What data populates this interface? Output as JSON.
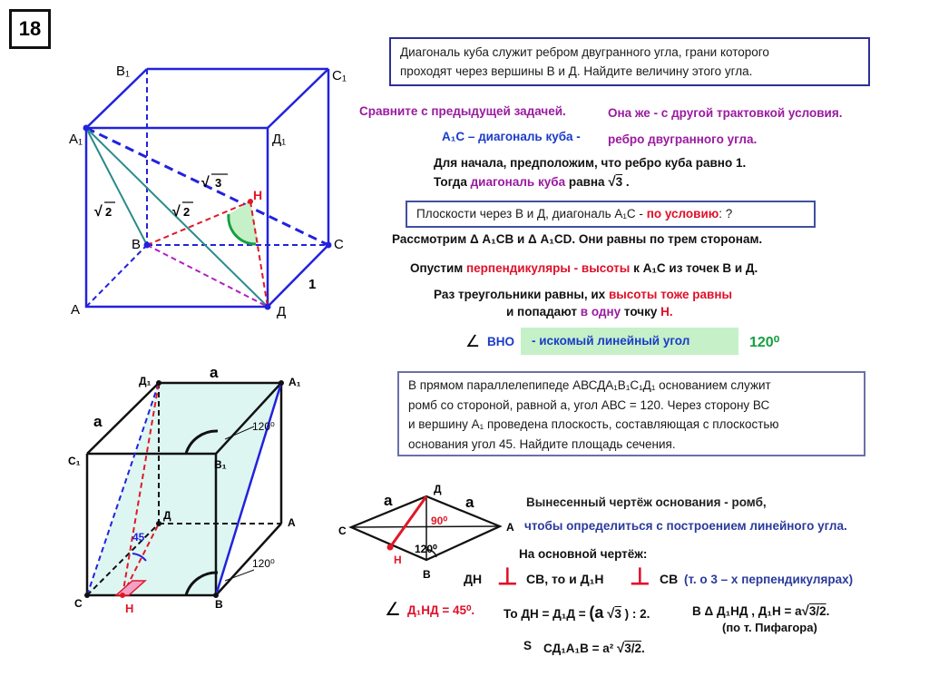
{
  "slide_number": "18",
  "problem1": {
    "text_line1": "Диагональ куба служит ребром двугранного угла, грани которого",
    "text_line2": "проходят через вершины В и Д. Найдите величину этого угла.",
    "compare": "Сравните с предыдущей задачей.",
    "compare_note": "Она же - с другой трактовкой условия.",
    "diag_prefix": "А₁С – диагональ куба -",
    "diag_suffix": "ребро двугранного угла.",
    "assume1": "Для начала, предположим, что ребро куба равно 1.",
    "assume2_a": "Тогда",
    "assume2_b": "диагональ куба",
    "assume2_c": "равна",
    "root3": "3",
    "dot": ".",
    "planes_a": "Плоскости через В и Д, диагональ А₁С -",
    "planes_b": "по условию",
    "planes_c": ": ?",
    "consider": "Рассмотрим  Δ А₁СВ и Δ А₁CD.   Они равны по трем сторонам.",
    "drop_a": "Опустим",
    "drop_b": "перпендикуляры - высоты",
    "drop_c": "к А₁С из точек В и Д.",
    "since_a": "Раз треугольники равны, их",
    "since_b": "высоты тоже равны",
    "fall_a": "и попадают",
    "fall_b": "в одну",
    "fall_c": "точку",
    "fall_d": "Н.",
    "angle_sym": "∠",
    "angle_name": "ВНО",
    "angle_desc": "- искомый линейный угол",
    "angle_value": "120⁰"
  },
  "cube1": {
    "B1": "В₁",
    "C1": "С₁",
    "A1": "А₁",
    "D1": "Д₁",
    "B": "В",
    "C": "С",
    "A": "А",
    "D": "Д",
    "H": "Н",
    "root3": "3",
    "root2a": "2",
    "root2b": "2",
    "one": "1"
  },
  "problem2": {
    "line1": "В прямом параллелепипеде АВСДА₁В₁С₁Д₁ основанием служит",
    "line2": "ромб со стороной, равной а, угол АВС = 120. Через сторону ВС",
    "line3": "и вершину А₁ проведена плоскость, составляющая с плоскостью",
    "line4": "основания угол 45.  Найдите площадь сечения."
  },
  "prism": {
    "D1": "Д₁",
    "A1": "А₁",
    "a_top": "а",
    "a_left": "а",
    "C1": "С₁",
    "B1": "В₁",
    "ang_top": "120⁰",
    "D": "Д",
    "A": "А",
    "ang45": "45",
    "ang_bot": "120⁰",
    "C": "С",
    "H": "Н",
    "B": "В"
  },
  "rhombus": {
    "a1": "а",
    "D": "Д",
    "a2": "а",
    "C": "С",
    "A": "А",
    "ang90": "90⁰",
    "ang120": "120⁰",
    "H": "Н",
    "B": "В"
  },
  "solution2": {
    "separate": "Вынесенный чертёж основания - ромб,",
    "purpose": "чтобы определиться с построением линейного угла.",
    "main": "На основной чертёж:",
    "dh": "ДН",
    "perp": "⊥",
    "cb1": "СВ, то  и  Д₁Н",
    "cb2": "СВ",
    "theorem": "(т.  о 3 – х перпендикулярах)",
    "ang_sym": "∠",
    "ang_text": "Д₁НД = 45⁰.",
    "then_a": "То  ДН = Д₁Д =",
    "then_paren": "(а",
    "then_root": "3",
    "then_end": ") : 2.",
    "in_tri": "В  Δ  Д₁НД , Д₁Н = а",
    "in_root": "3/2",
    "in_end": ".",
    "pyth": "(по т.  Пифагора)",
    "area_s": "S",
    "area_a": "СД₁А₁В = а²",
    "area_root": "3/2",
    "area_end": "."
  },
  "colors": {
    "cube_edge": "#2222dd",
    "dashed_red": "#e01828",
    "purple": "#b020c0",
    "teal": "#2a8a8a",
    "green": "#14a040",
    "highlight_bg": "#c6f0c8",
    "prism_face": "#d8f4f0"
  }
}
